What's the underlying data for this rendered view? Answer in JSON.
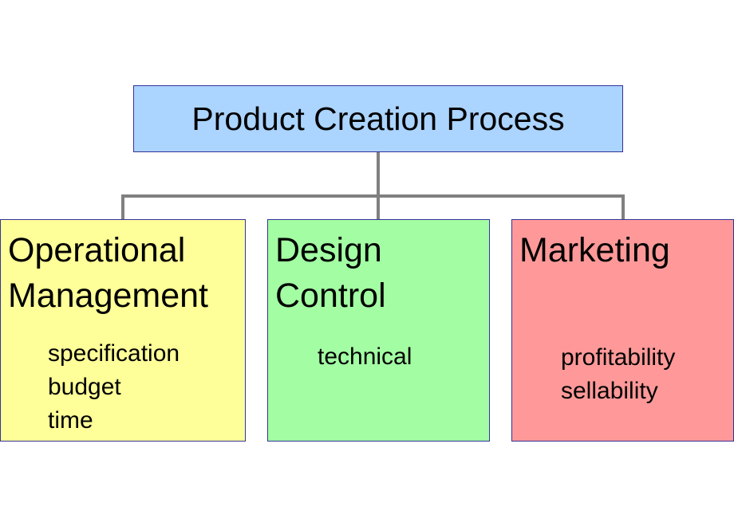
{
  "colors": {
    "root_fill": "#abd4ff",
    "operational_fill": "#ffff99",
    "design_fill": "#a3fea3",
    "marketing_fill": "#ff9999",
    "connector": "#808080",
    "border": "#333399"
  },
  "root": {
    "title": "Product Creation Process"
  },
  "children": [
    {
      "title": "Operational\nManagement",
      "items": [
        "specification",
        "budget",
        "time"
      ]
    },
    {
      "title": "Design\nControl",
      "items": [
        "technical"
      ]
    },
    {
      "title": "Marketing",
      "items": [
        "profitability",
        "sellability"
      ]
    }
  ]
}
